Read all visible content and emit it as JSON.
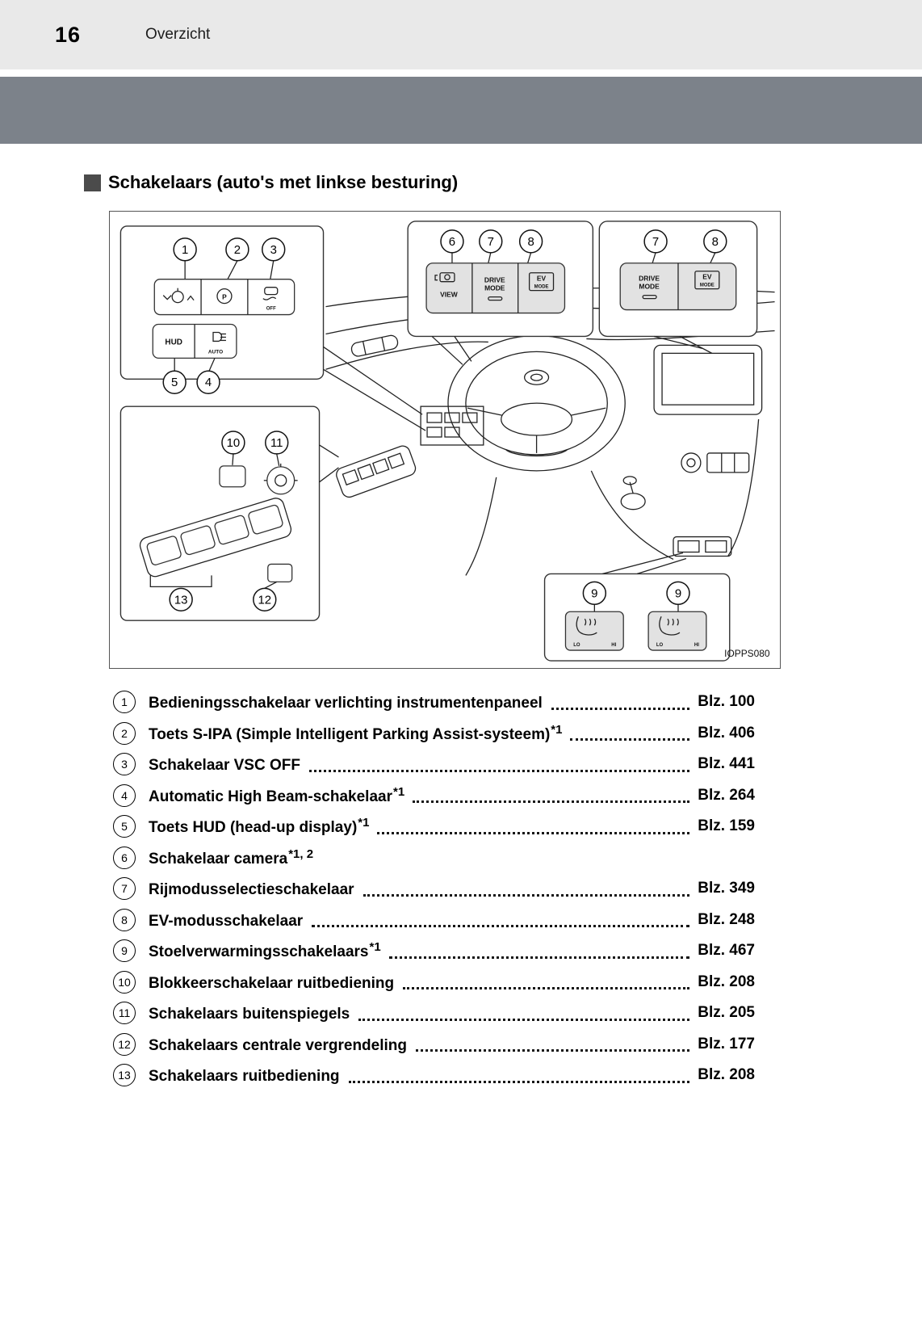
{
  "page": {
    "number": "16",
    "section": "Overzicht"
  },
  "title": "Schakelaars (auto's met linkse besturing)",
  "diagram": {
    "code": "IOPPS080",
    "labels": {
      "hud": "HUD",
      "auto": "AUTO",
      "view": "VIEW",
      "drive1": "DRIVE",
      "drive2": "MODE",
      "ev1": "EV",
      "ev2": "MODE",
      "off": "OFF",
      "p": "P",
      "lo": "LO",
      "hi": "HI"
    },
    "callouts": [
      "1",
      "2",
      "3",
      "5",
      "4",
      "6",
      "7",
      "8",
      "7",
      "8",
      "10",
      "11",
      "13",
      "12",
      "9",
      "9"
    ]
  },
  "list": {
    "items": [
      {
        "num": "1",
        "label": "Bedieningsschakelaar verlichting instrumentenpaneel",
        "sup": "",
        "page": "Blz. 100"
      },
      {
        "num": "2",
        "label": "Toets S-IPA (Simple Intelligent Parking Assist-systeem)",
        "sup": "*1",
        "page": "Blz. 406"
      },
      {
        "num": "3",
        "label": "Schakelaar VSC OFF",
        "sup": "",
        "page": "Blz. 441"
      },
      {
        "num": "4",
        "label": "Automatic High Beam-schakelaar",
        "sup": "*1",
        "page": "Blz. 264"
      },
      {
        "num": "5",
        "label": "Toets HUD (head-up display)",
        "sup": "*1",
        "page": "Blz. 159"
      },
      {
        "num": "6",
        "label": "Schakelaar camera",
        "sup": "*1, 2",
        "page": ""
      },
      {
        "num": "7",
        "label": "Rijmodusselectieschakelaar",
        "sup": "",
        "page": "Blz. 349"
      },
      {
        "num": "8",
        "label": "EV-modusschakelaar",
        "sup": "",
        "page": "Blz. 248"
      },
      {
        "num": "9",
        "label": "Stoelverwarmingsschakelaars",
        "sup": "*1",
        "page": "Blz. 467"
      },
      {
        "num": "10",
        "label": "Blokkeerschakelaar ruitbediening",
        "sup": "",
        "page": "Blz. 208"
      },
      {
        "num": "11",
        "label": "Schakelaars buitenspiegels",
        "sup": "",
        "page": "Blz. 205"
      },
      {
        "num": "12",
        "label": "Schakelaars centrale vergrendeling",
        "sup": "",
        "page": "Blz. 177"
      },
      {
        "num": "13",
        "label": "Schakelaars ruitbediening",
        "sup": "",
        "page": "Blz. 208"
      }
    ]
  }
}
